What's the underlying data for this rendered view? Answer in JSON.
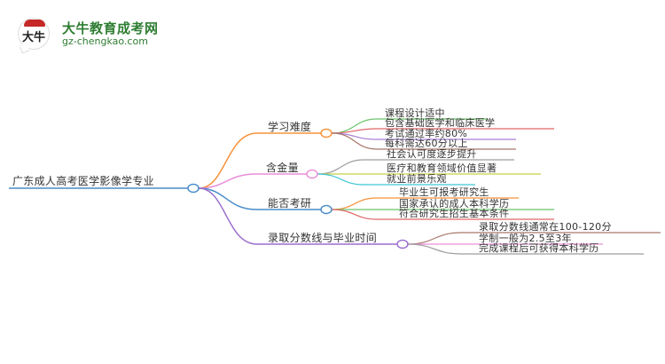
{
  "logo": {
    "title": "大牛教育成考网",
    "url": "gz-chengkao.com",
    "badge_glyph": "大牛",
    "brand_color": "#2e7d32"
  },
  "mindmap": {
    "root": {
      "label": "广东成人高考医学影像学专业",
      "color": "#4a8cc9"
    },
    "branches": [
      {
        "label": "学习难度",
        "color": "#f7923a",
        "children": [
          {
            "label": "课程设计适中",
            "color": "#6cc36b"
          },
          {
            "label": "包含基础医学和临床医学",
            "color": "#e06666"
          },
          {
            "label": "考试通过率约80%",
            "color": "#a87fd6"
          },
          {
            "label": "每科需达60分以上",
            "color": "#a9776b"
          }
        ]
      },
      {
        "label": "含金量",
        "color": "#e98fd8",
        "children": [
          {
            "label": "社会认可度逐步提升",
            "color": "#9e9e9e"
          },
          {
            "label": "医疗和教育领域价值显著",
            "color": "#c9cf45"
          },
          {
            "label": "就业前景乐观",
            "color": "#3ec6d6"
          }
        ]
      },
      {
        "label": "能否考研",
        "color": "#4a8cc9",
        "children": [
          {
            "label": "毕业生可报考研究生",
            "color": "#f7923a"
          },
          {
            "label": "国家承认的成人本科学历",
            "color": "#6cc36b"
          },
          {
            "label": "符合研究生招生基本条件",
            "color": "#e06666"
          }
        ]
      },
      {
        "label": "录取分数线与毕业时间",
        "color": "#9b6fce",
        "children": [
          {
            "label": "录取分数线通常在100-120分",
            "color": "#a9776b"
          },
          {
            "label": "学制一般为2.5至3年",
            "color": "#e98fd8"
          },
          {
            "label": "完成课程后可获得本科学历",
            "color": "#9e9e9e"
          }
        ]
      }
    ]
  }
}
